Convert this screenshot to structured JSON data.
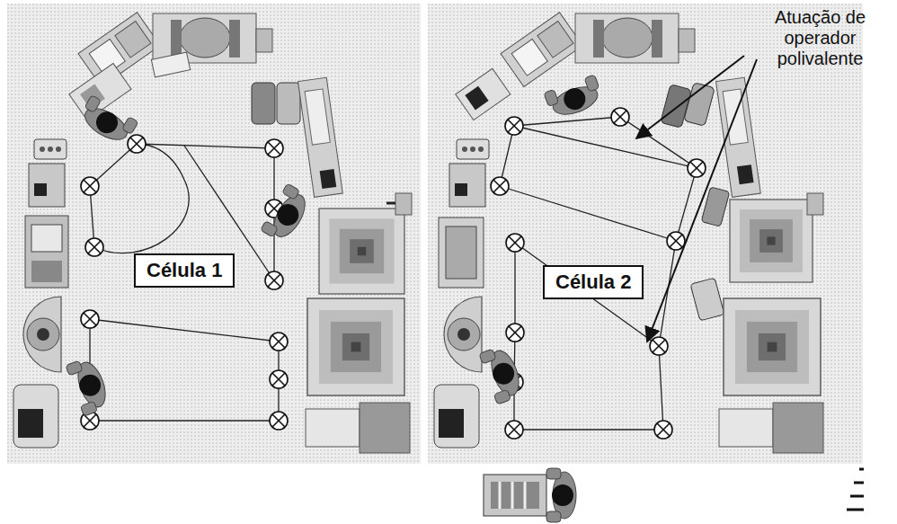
{
  "diagram": {
    "nodes": [
      {
        "text": [
          "Célula 1"
        ]
      },
      {
        "text": [
          "Célula 2"
        ]
      }
    ],
    "labels": [
      "Atuação de operador polivalente"
    ]
  }
}
